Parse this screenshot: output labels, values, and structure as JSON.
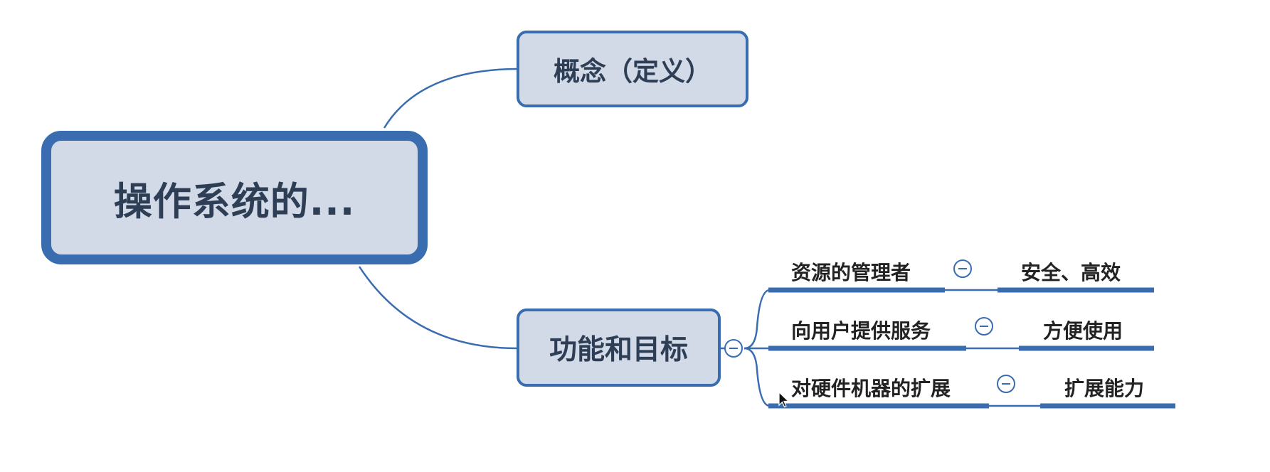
{
  "root": {
    "label": "操作系统的..."
  },
  "branches": [
    {
      "label": "概念（定义）"
    },
    {
      "label": "功能和目标",
      "children": [
        {
          "label": "资源的管理者",
          "child": "安全、高效"
        },
        {
          "label": "向用户提供服务",
          "child": "方便使用"
        },
        {
          "label": "对硬件机器的扩展",
          "child": "扩展能力"
        }
      ]
    }
  ],
  "colors": {
    "accent": "#3a6db0",
    "node_fill": "#d2dae8",
    "node_text": "#2d3e55"
  },
  "icons": {
    "collapse": "minus-circle-icon",
    "cursor": "mouse-pointer-icon"
  }
}
